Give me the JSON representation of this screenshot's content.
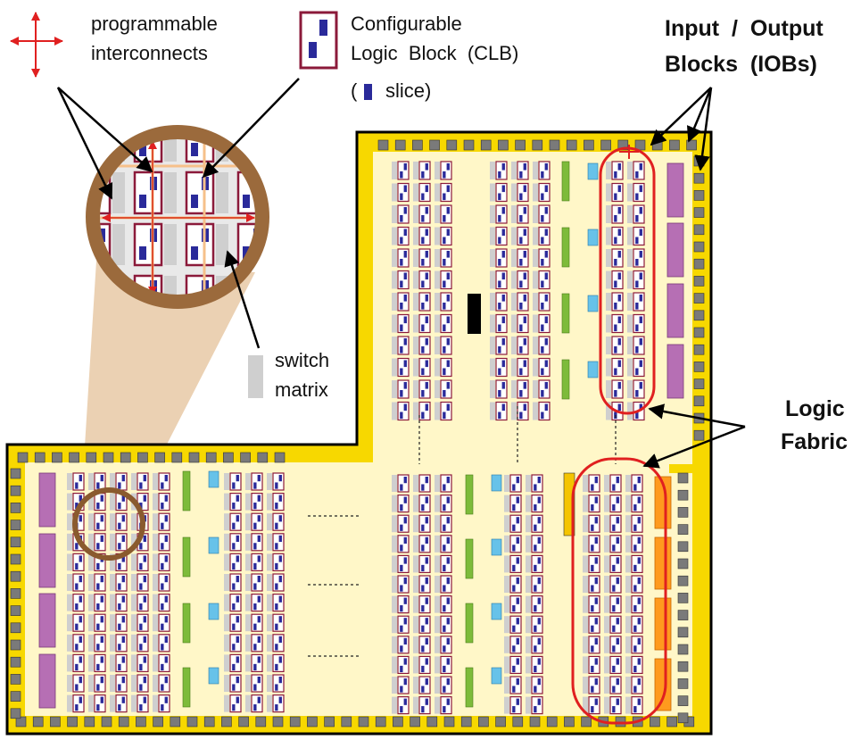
{
  "legend": {
    "interconnects_line1": "programmable",
    "interconnects_line2": "interconnects",
    "clb_line1": "Configurable",
    "clb_line2": "Logic  Block  (CLB)",
    "slice_open": "(",
    "slice_text": "slice)",
    "switch_line1": "switch",
    "switch_line2": "matrix"
  },
  "callouts": {
    "iob_line1": "Input  /  Output",
    "iob_line2": "Blocks  (IOBs)",
    "fabric_line1": "Logic",
    "fabric_line2": "Fabric"
  },
  "colors": {
    "chip_border": "#000000",
    "io_ring": "#f7d800",
    "fabric": "#fff7c8",
    "pad": "#7a7a7a",
    "switch_matrix": "#cfcfcf",
    "clb_border": "#8b1a3a",
    "slice": "#2a2a9a",
    "interconnect": "#e05030",
    "highlight_oval": "#e02020",
    "magnifier": "#9b6a3c",
    "purple_block": "#b66fb4",
    "orange_block": "#ff9a1e",
    "green_block": "#7dbb3a",
    "cyan_block": "#67c2e9"
  }
}
